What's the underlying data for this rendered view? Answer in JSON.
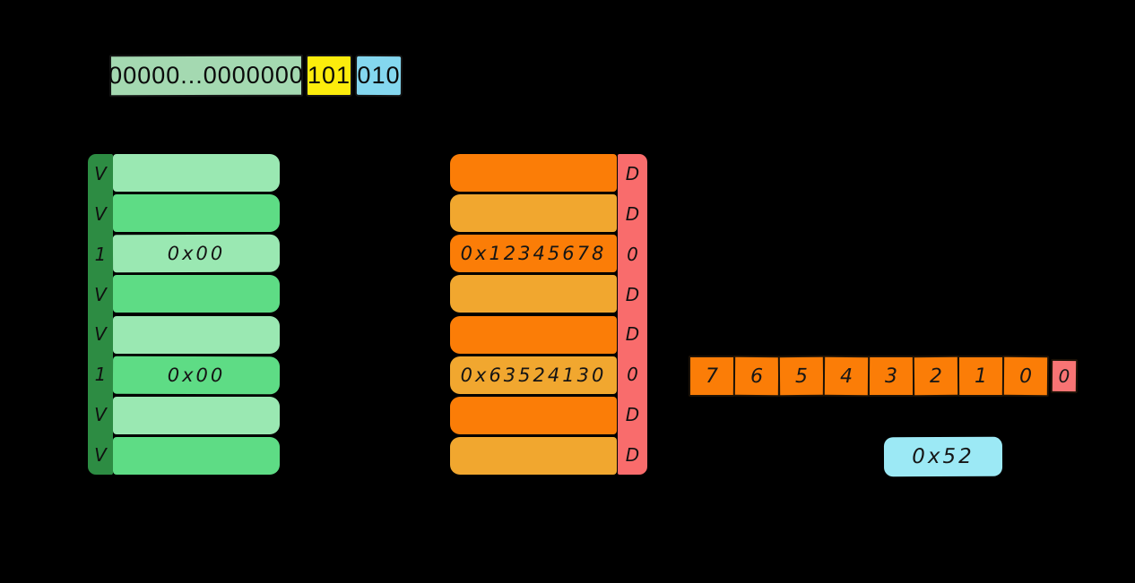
{
  "address_bar": {
    "segments": [
      {
        "label": "00000...0000000"
      },
      {
        "label": "101"
      },
      {
        "label": "010"
      }
    ]
  },
  "page_table": {
    "flags": [
      "V",
      "V",
      "1",
      "V",
      "V",
      "1",
      "V",
      "V"
    ],
    "values": [
      "",
      "",
      "0x00",
      "",
      "",
      "0x00",
      "",
      ""
    ]
  },
  "memory_table": {
    "values": [
      "",
      "",
      "0x12345678",
      "",
      "",
      "0x63524130",
      "",
      ""
    ],
    "flags": [
      "D",
      "D",
      "0",
      "D",
      "D",
      "0",
      "D",
      "D"
    ]
  },
  "bit_strip": {
    "cells": [
      "7",
      "6",
      "5",
      "4",
      "3",
      "2",
      "1",
      "0"
    ],
    "tail_cell": "0"
  },
  "result_box": {
    "value": "0x52"
  },
  "colors": {
    "addr_green": "#a4d9b1",
    "addr_yellow": "#fcec0c",
    "addr_blue": "#84d7ef",
    "row_light_green": "#9ae8b2",
    "row_medium_green": "#5edc85",
    "flag_dark_green": "#2d8c43",
    "row_orange": "#fb7d07",
    "row_amber": "#f1a72f",
    "flag_pink": "#f96c6c",
    "strip_pink": "#f87474",
    "result_blue": "#9ce9f5"
  }
}
